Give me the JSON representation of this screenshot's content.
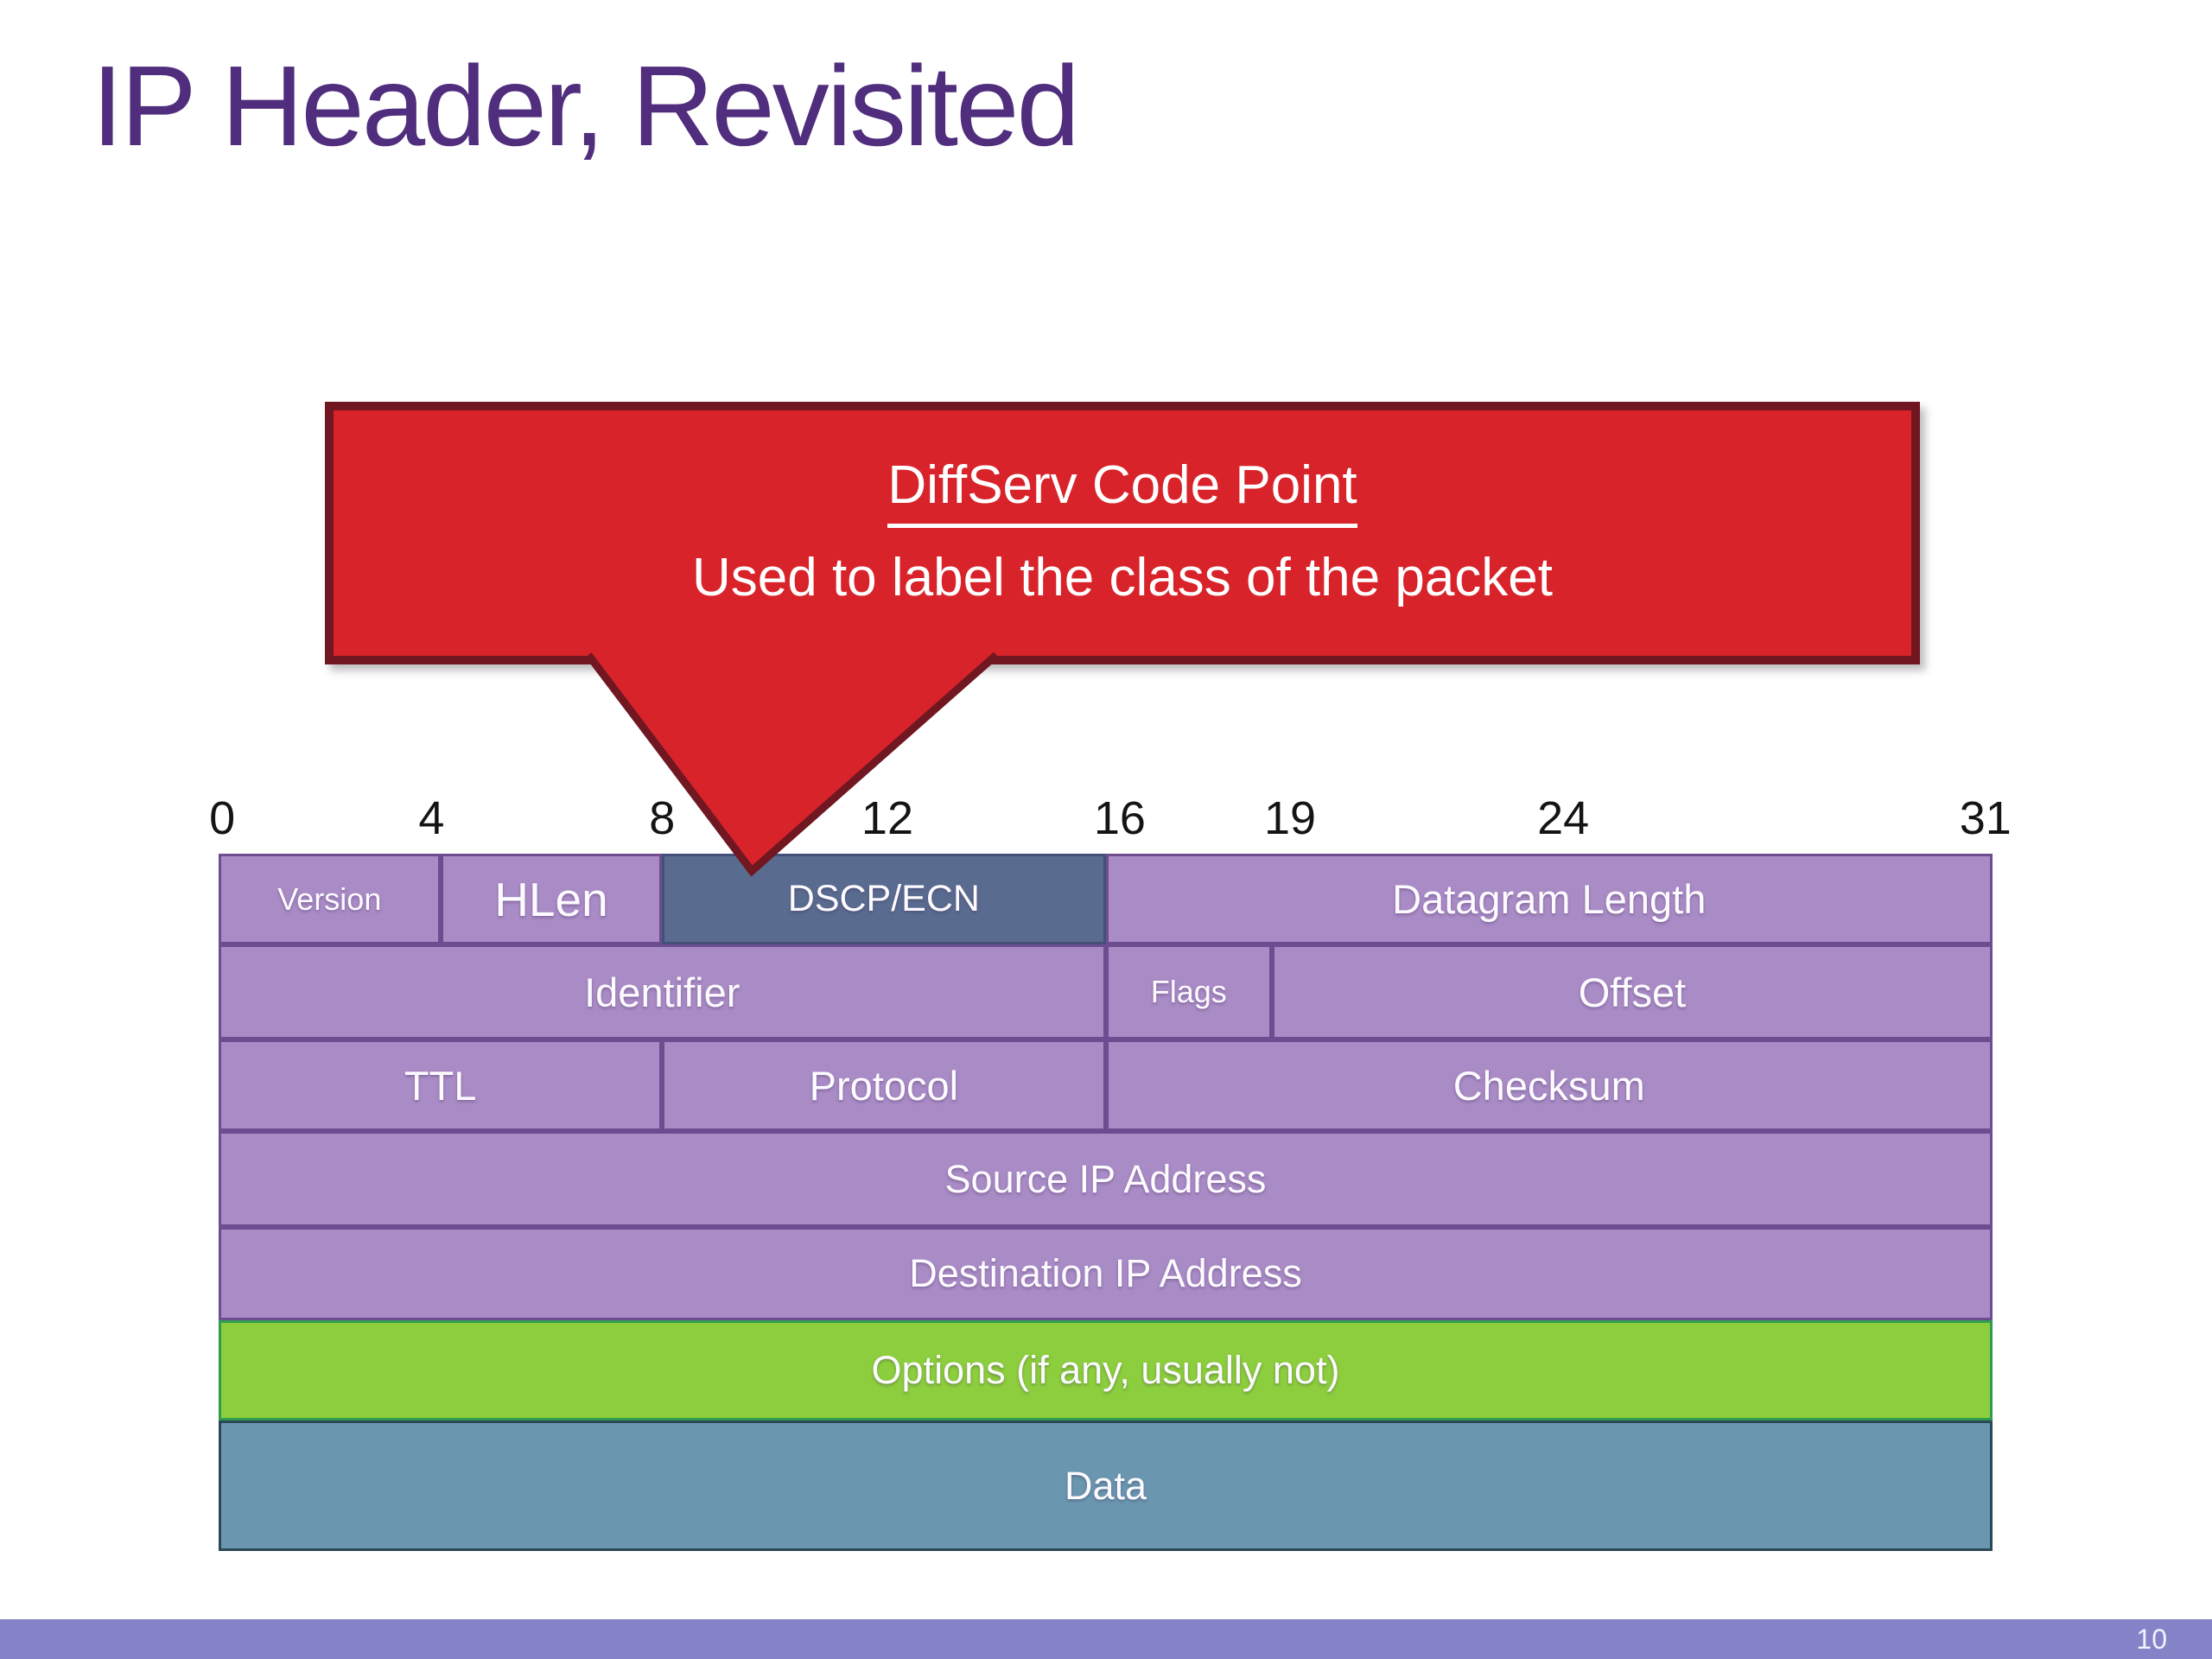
{
  "slide": {
    "title": "IP Header, Revisited",
    "page_number": "10",
    "background_color": "#ffffff",
    "title_color": "#502d7d",
    "footer_bar_color": "#8583c8"
  },
  "callout": {
    "heading": "DiffServ Code Point",
    "body": "Used to label the class of the packet",
    "fill_color": "#d8232a",
    "border_color": "#701722",
    "text_color": "#ffffff"
  },
  "diagram": {
    "bit_labels": [
      "0",
      "4",
      "8",
      "12",
      "16",
      "19",
      "24",
      "31"
    ],
    "field_colors": {
      "purple": "#a98bc6",
      "slate_blue": "#5a6b90",
      "green": "#8cce3d",
      "steel_blue": "#6a96b0"
    },
    "rows": [
      {
        "cells": [
          {
            "label": "Version",
            "bits": 4
          },
          {
            "label": "HLen",
            "bits": 4
          },
          {
            "label": "DSCP/ECN",
            "bits": 8
          },
          {
            "label": "Datagram Length",
            "bits": 16
          }
        ]
      },
      {
        "cells": [
          {
            "label": "Identifier",
            "bits": 16
          },
          {
            "label": "Flags",
            "bits": 3
          },
          {
            "label": "Offset",
            "bits": 13
          }
        ]
      },
      {
        "cells": [
          {
            "label": "TTL",
            "bits": 8
          },
          {
            "label": "Protocol",
            "bits": 8
          },
          {
            "label": "Checksum",
            "bits": 16
          }
        ]
      },
      {
        "cells": [
          {
            "label": "Source IP Address",
            "bits": 32
          }
        ]
      },
      {
        "cells": [
          {
            "label": "Destination IP Address",
            "bits": 32
          }
        ]
      },
      {
        "cells": [
          {
            "label": "Options (if any, usually not)",
            "bits": 32
          }
        ]
      },
      {
        "cells": [
          {
            "label": "Data",
            "bits": 32
          }
        ]
      }
    ]
  }
}
